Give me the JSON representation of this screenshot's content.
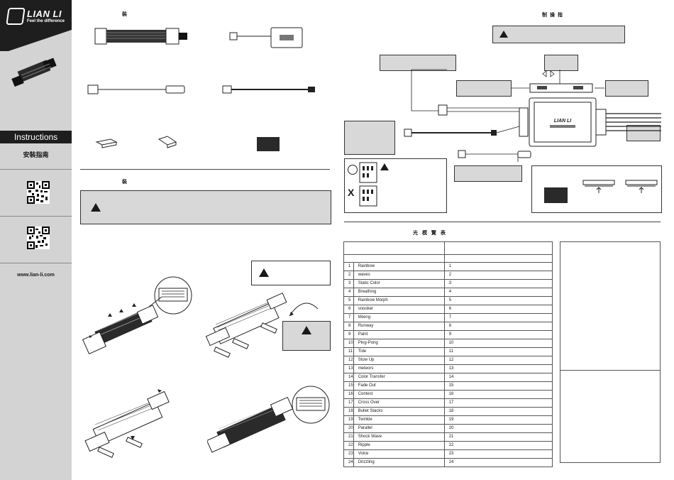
{
  "sidebar": {
    "brand": "LIAN LI",
    "tagline": "Feel the difference",
    "instructions": "Instructions",
    "chinese_title": "安裝指南",
    "url": "www.lian-li.com"
  },
  "left_page": {
    "section1_header": "裝",
    "section2_header": "裝"
  },
  "right_page": {
    "top_header": "制        操    指",
    "table_header": "光 模      覽 表",
    "legend_markers": {
      "ok": "O",
      "no": "X"
    }
  },
  "modes_table": {
    "rows": [
      {
        "n": "1",
        "name": "Rainbow",
        "value": "1"
      },
      {
        "n": "2",
        "name": "waves",
        "value": "2"
      },
      {
        "n": "3",
        "name": "Static Color",
        "value": "3"
      },
      {
        "n": "4",
        "name": "Breathing",
        "value": "4"
      },
      {
        "n": "5",
        "name": "Rainbow Morph",
        "value": "5"
      },
      {
        "n": "6",
        "name": "snooker",
        "value": "6"
      },
      {
        "n": "7",
        "name": "Mixing",
        "value": "7"
      },
      {
        "n": "8",
        "name": "Runway",
        "value": "8"
      },
      {
        "n": "9",
        "name": "Paint",
        "value": "9"
      },
      {
        "n": "10",
        "name": "Ping-Pong",
        "value": "10"
      },
      {
        "n": "11",
        "name": "Tide",
        "value": "11"
      },
      {
        "n": "12",
        "name": "Stow Up",
        "value": "12"
      },
      {
        "n": "13",
        "name": "meteors",
        "value": "13"
      },
      {
        "n": "14",
        "name": "Color Transfer",
        "value": "14"
      },
      {
        "n": "15",
        "name": "Fade Out",
        "value": "15"
      },
      {
        "n": "16",
        "name": "Contest",
        "value": "16"
      },
      {
        "n": "17",
        "name": "Cross Over",
        "value": "17"
      },
      {
        "n": "18",
        "name": "Bullet Stacks",
        "value": "18"
      },
      {
        "n": "19",
        "name": "Twinkle",
        "value": "19"
      },
      {
        "n": "20",
        "name": "Parallel",
        "value": "20"
      },
      {
        "n": "21",
        "name": "Shock Wave",
        "value": "21"
      },
      {
        "n": "22",
        "name": "Ripple",
        "value": "22"
      },
      {
        "n": "23",
        "name": "Voice",
        "value": "23"
      },
      {
        "n": "24",
        "name": "Drizzling",
        "value": "24"
      }
    ]
  }
}
